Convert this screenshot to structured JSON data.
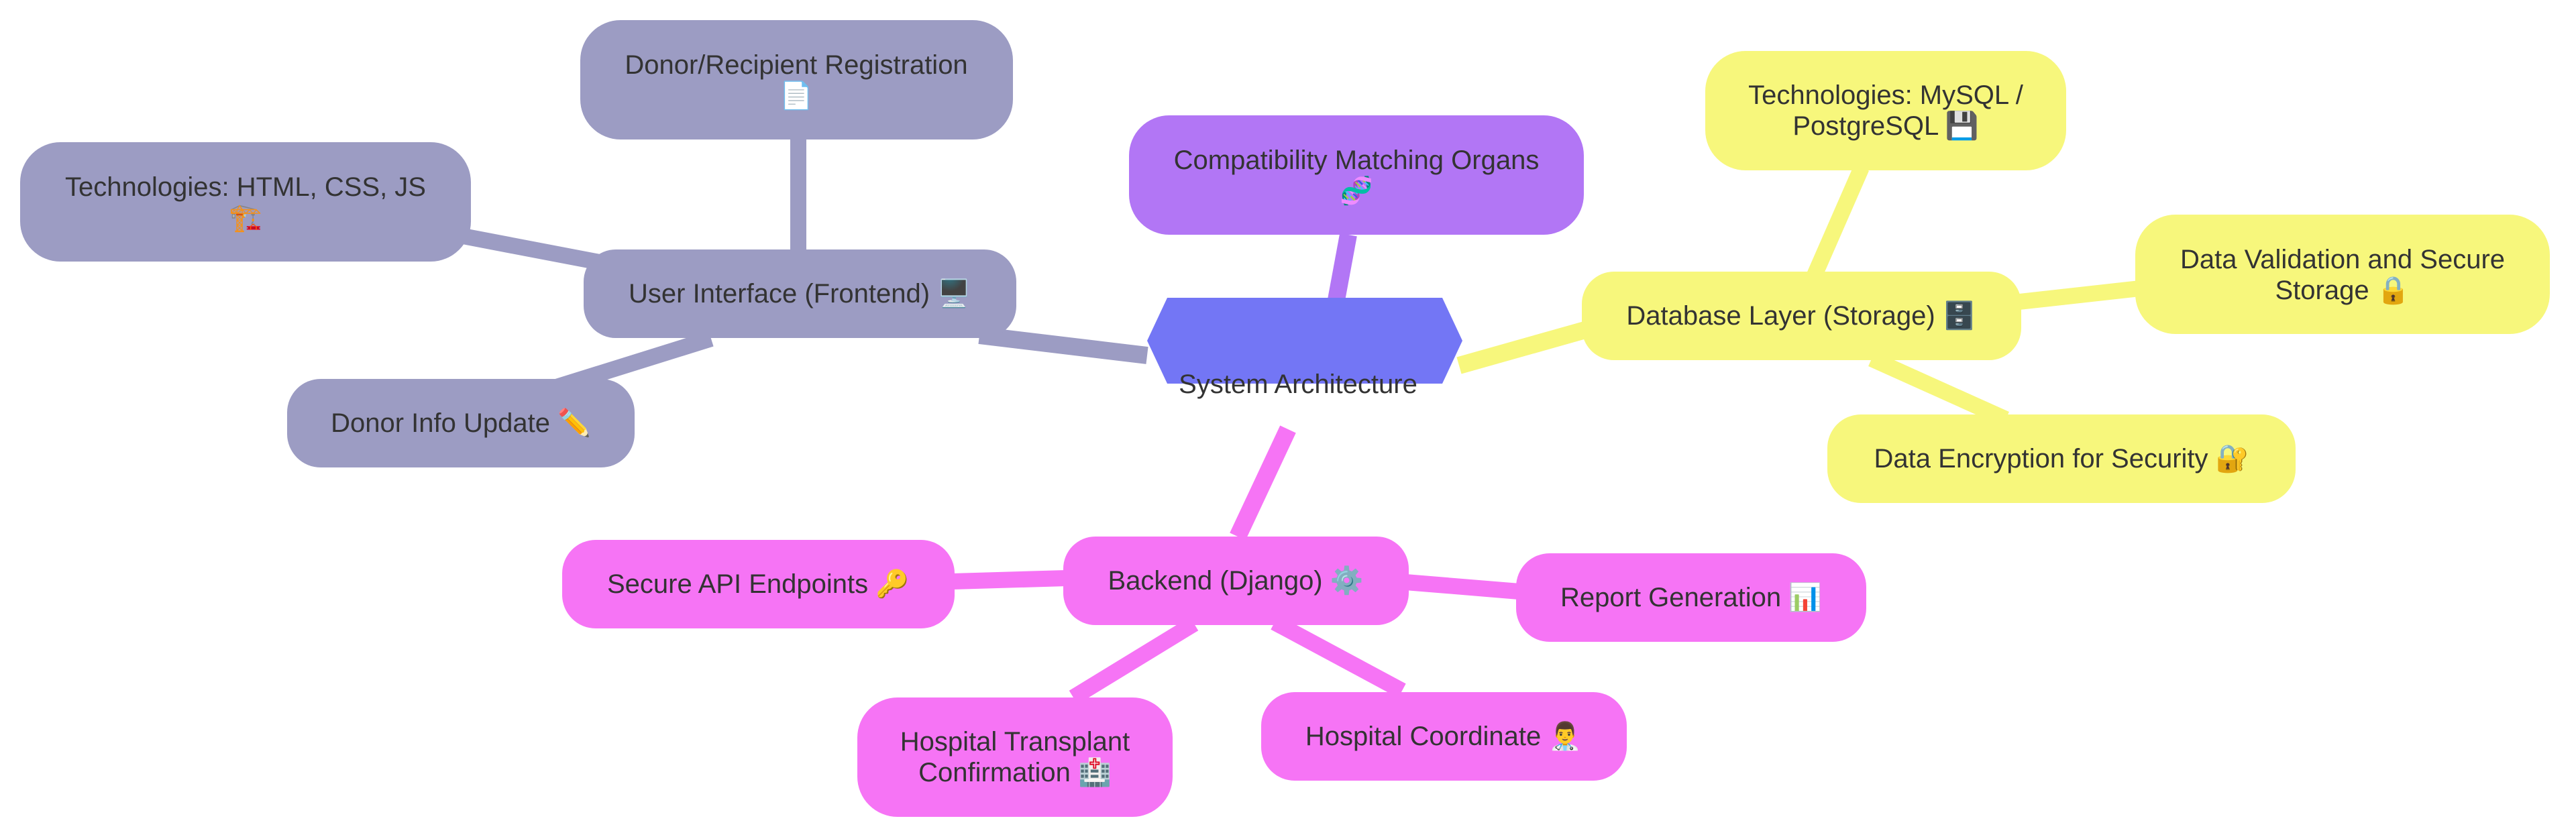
{
  "colors": {
    "root": "#7376f5",
    "frontend": "#9c9cc3",
    "compatibility": "#b276f5",
    "database": "#f7f77c",
    "backend": "#f674f5"
  },
  "root": {
    "label": "System Architecture"
  },
  "frontend": {
    "label": "User Interface (Frontend) 🖥️",
    "children": [
      {
        "lines": [
          "Donor/Recipient Registration",
          "📄"
        ]
      },
      {
        "lines": [
          "Technologies: HTML, CSS, JS",
          "🏗️"
        ]
      },
      {
        "lines": [
          "Donor Info Update ✏️"
        ]
      }
    ]
  },
  "compatibility": {
    "lines": [
      "Compatibility Matching Organs",
      "🧬"
    ]
  },
  "database": {
    "label": "Database Layer (Storage) 🗄️",
    "children": [
      {
        "lines": [
          "Technologies: MySQL /",
          "PostgreSQL 💾"
        ]
      },
      {
        "lines": [
          "Data Validation and Secure",
          "Storage 🔒"
        ]
      },
      {
        "lines": [
          "Data Encryption for Security 🔐"
        ]
      }
    ]
  },
  "backend": {
    "label": "Backend (Django) ⚙️",
    "children": [
      {
        "lines": [
          "Secure API Endpoints 🔑"
        ]
      },
      {
        "lines": [
          "Report Generation 📊"
        ]
      },
      {
        "lines": [
          "Hospital Transplant",
          "Confirmation 🏥"
        ]
      },
      {
        "lines": [
          "Hospital Coordinate 👨‍⚕️"
        ]
      }
    ]
  }
}
